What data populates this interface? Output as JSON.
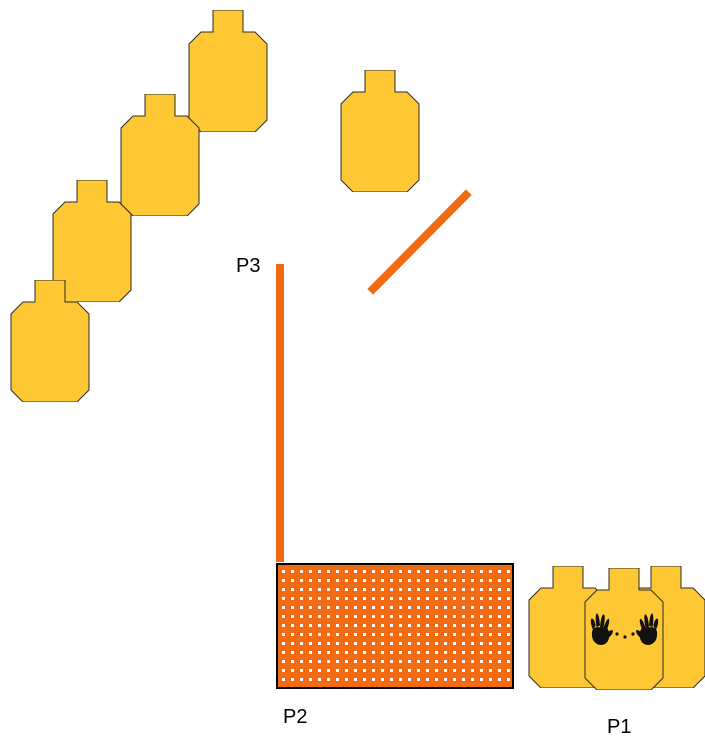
{
  "labels": {
    "p1": "P1",
    "p2": "P2",
    "p3": "P3"
  },
  "colors": {
    "target_fill": "#FEC834",
    "target_stroke": "#2b2b2b",
    "barrier": "#F26A11",
    "port_pattern_bg": "#F26A11",
    "port_pattern_hole": "#ffffff",
    "handprint": "#111111",
    "label_text": "#000000"
  },
  "icons": {
    "target": "silhouette-target-icon",
    "hands": "handprints-icon",
    "port": "shooting-port-icon"
  }
}
